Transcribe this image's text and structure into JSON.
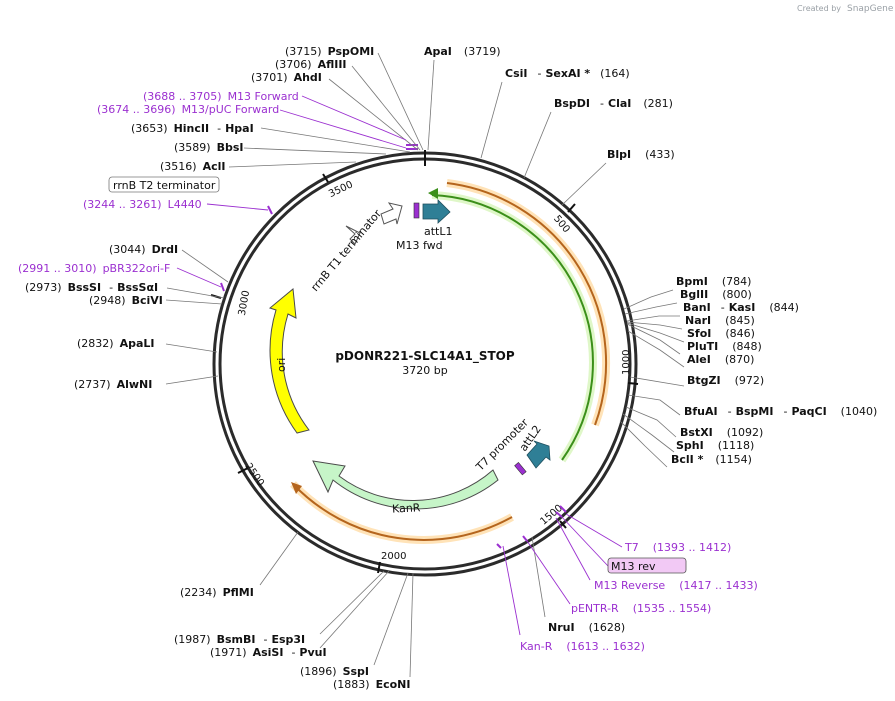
{
  "credit": {
    "prefix": "Created by",
    "brand": "SnapGene"
  },
  "plasmid": {
    "name": "pDONR221-SLC14A1_STOP",
    "length": "3720 bp"
  },
  "ticks": [
    "500",
    "1000",
    "1500",
    "2000",
    "2500",
    "3000",
    "3500"
  ],
  "sites_right": [
    {
      "name": "ApaI",
      "pos": "(3719)"
    },
    {
      "name": "CsiI",
      "sep": "-",
      "name2": "SexAI *",
      "pos": "(164)"
    },
    {
      "name": "BspDI",
      "sep": "-",
      "name2": "ClaI",
      "pos": "(281)"
    },
    {
      "name": "BlpI",
      "pos": "(433)"
    },
    {
      "name": "BpmI",
      "pos": "(784)"
    },
    {
      "name": "BglII",
      "pos": "(800)"
    },
    {
      "name": "BanI",
      "sep": "-",
      "name2": "KasI",
      "pos": "(844)"
    },
    {
      "name": "NarI",
      "pos": "(845)"
    },
    {
      "name": "SfoI",
      "pos": "(846)"
    },
    {
      "name": "PluTI",
      "pos": "(848)"
    },
    {
      "name": "AleI",
      "pos": "(870)"
    },
    {
      "name": "BtgZI",
      "pos": "(972)"
    },
    {
      "name": "BfuAI",
      "sep": "-",
      "name2": "BspMI",
      "sep2": "-",
      "name3": "PaqCI",
      "pos": "(1040)"
    },
    {
      "name": "BstXI",
      "pos": "(1092)"
    },
    {
      "name": "SphI",
      "pos": "(1118)"
    },
    {
      "name": "BclI *",
      "pos": "(1154)"
    },
    {
      "name": "NruI",
      "pos": "(1628)"
    }
  ],
  "sites_left": [
    {
      "pos": "(3715)",
      "name": "PspOMI"
    },
    {
      "pos": "(3706)",
      "name": "AflIII"
    },
    {
      "pos": "(3701)",
      "name": "AhdI"
    },
    {
      "pos": "(3653)",
      "name": "HincII",
      "sep": "-",
      "name2": "HpaI"
    },
    {
      "pos": "(3589)",
      "name": "BbsI"
    },
    {
      "pos": "(3516)",
      "name": "AclI"
    },
    {
      "pos": "(3044)",
      "name": "DrdI"
    },
    {
      "pos": "(2973)",
      "name": "BssSI",
      "sep": "-",
      "name2": "BssSαI"
    },
    {
      "pos": "(2948)",
      "name": "BciVI"
    },
    {
      "pos": "(2832)",
      "name": "ApaLI"
    },
    {
      "pos": "(2737)",
      "name": "AlwNI"
    },
    {
      "pos": "(2234)",
      "name": "PflMI"
    },
    {
      "pos": "(1987)",
      "name": "BsmBI",
      "sep": "-",
      "name2": "Esp3I"
    },
    {
      "pos": "(1971)",
      "name": "AsiSI",
      "sep": "-",
      "name2": "PvuI"
    },
    {
      "pos": "(1896)",
      "name": "SspI"
    },
    {
      "pos": "(1883)",
      "name": "EcoNI"
    }
  ],
  "primers": [
    {
      "range": "(3688 .. 3705)",
      "name": "M13 Forward"
    },
    {
      "range": "(3674 .. 3696)",
      "name": "M13/pUC Forward"
    },
    {
      "range": "(3244 .. 3261)",
      "name": "L4440"
    },
    {
      "range": "(2991 .. 3010)",
      "name": "pBR322ori-F"
    },
    {
      "name": "T7",
      "range": "(1393 .. 1412)"
    },
    {
      "name": "M13 Reverse",
      "range": "(1417 .. 1433)"
    },
    {
      "name": "pENTR-R",
      "range": "(1535 .. 1554)"
    },
    {
      "name": "Kan-R",
      "range": "(1613 .. 1632)"
    }
  ],
  "boxed_labels": {
    "rrnb_t2": "rrnB T2 terminator",
    "m13_rev": "M13 rev"
  },
  "features": {
    "rrnb_t1": "rrnB T1 terminator",
    "attl1": "attL1",
    "m13fwd": "M13 fwd",
    "t7": "T7 promoter",
    "attl2": "attL2",
    "kanr": "KanR",
    "ori": "ori"
  },
  "colors": {
    "backbone": "#2b2b2b",
    "kanr": "#c6f5c8",
    "ori": "#ffff00",
    "orange": "#e8a23a",
    "green": "#3b8f1a",
    "att": "#2f7f96",
    "primer": "#9b30d0"
  }
}
